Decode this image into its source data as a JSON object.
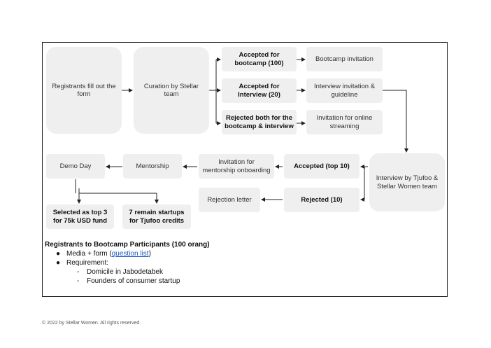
{
  "nodes": {
    "registrants": "Registrants fill out the form",
    "curation": "Curation by Stellar team",
    "accepted_bootcamp": "Accepted for bootcamp (100)",
    "bootcamp_invitation": "Bootcamp invitation",
    "accepted_interview": "Accepted for Interview (20)",
    "interview_invitation": "Interview invitation & guideline",
    "rejected_both": "Rejected both for the bootcamp & interview",
    "invitation_online": "Invitation for online streaming",
    "interview_tjufoo": "Interview by Tjufoo & Stellar Women team",
    "accepted_top10": "Accepted (top 10)",
    "mentorship_invitation": "Invitation for mentorship onboarding",
    "mentorship": "Mentorship",
    "demo_day": "Demo Day",
    "rejected10": "Rejected (10)",
    "rejection_letter": "Rejection letter",
    "selected_top3": "Selected as top 3 for 75k USD fund",
    "remain7": "7 remain startups for Tjufoo credits"
  },
  "notes": {
    "title": "Registrants to Bootcamp Participants (100 orang)",
    "bullet": "●",
    "media_prefix": "Media + form (",
    "media_link": "question list",
    "media_suffix": ")",
    "requirement": "Requirement:",
    "dash": "-",
    "req1": "Domicile in Jabodetabek",
    "req2": "Founders of consumer startup"
  },
  "footer": "© 2022 by Stellar Women. All rights reserved.",
  "colors": {
    "box_fill": "#efefef",
    "arrow": "#222222",
    "link": "#1a56c4"
  }
}
